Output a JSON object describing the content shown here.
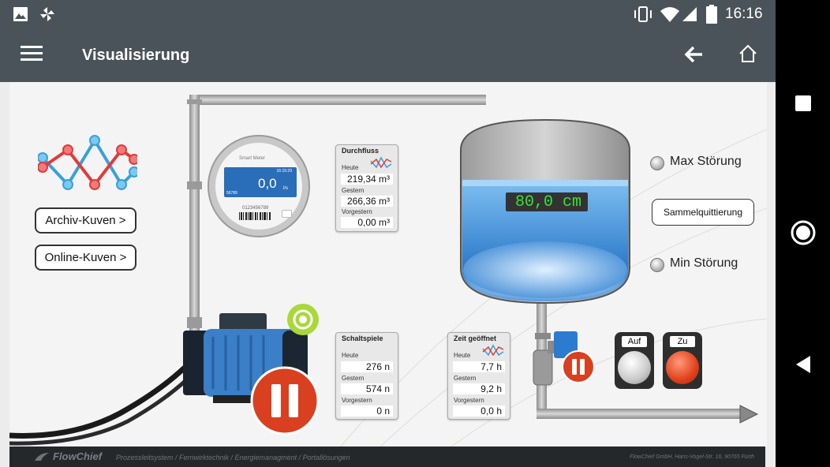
{
  "status": {
    "time": "16:16"
  },
  "appbar": {
    "title": "Visualisierung"
  },
  "sidebar": {
    "archive_button": "Archiv-Kuven >",
    "online_button": "Online-Kuven >"
  },
  "meter": {
    "brand": "Smart Meter",
    "clock": "16:15:29",
    "value": "0,0",
    "unit": "l/s",
    "id_small": "56789",
    "serial": "0123456789"
  },
  "durchfluss": {
    "title": "Durchfluss",
    "today_label": "Heute",
    "today_value": "219,34 m³",
    "yesterday_label": "Gestern",
    "yesterday_value": "266,36 m³",
    "before_label": "Vorgestern",
    "before_value": "0,00 m³"
  },
  "schaltspiele": {
    "title": "Schaltspiele",
    "today_label": "Heute",
    "today_value": "276 n",
    "yesterday_label": "Gestern",
    "yesterday_value": "574 n",
    "before_label": "Vorgestern",
    "before_value": "0 n"
  },
  "zeit": {
    "title": "Zeit geöffnet",
    "today_label": "Heute",
    "today_value": "7,7 h",
    "yesterday_label": "Gestern",
    "yesterday_value": "9,2 h",
    "before_label": "Vorgestern",
    "before_value": "0,0 h"
  },
  "tank": {
    "level_display": "80,0 cm",
    "level_fraction": 0.8
  },
  "alarms": {
    "max_label": "Max Störung",
    "min_label": "Min Störung",
    "ack_button": "Sammelquittierung"
  },
  "valve_controls": {
    "open_label": "Auf",
    "close_label": "Zu"
  },
  "footer": {
    "brand": "FlowChief",
    "slogan": "Prozessleitsystem / Fernwirktechnik / Energiemanagment / Portallösungen",
    "address": "FlowChief GmbH, Hans-Vogel-Str. 16, 90765 Fürth"
  },
  "colors": {
    "bar": "#4b535a",
    "accent_red": "#d9401f",
    "display_green": "#37e23a",
    "water": "#3f90d8"
  }
}
